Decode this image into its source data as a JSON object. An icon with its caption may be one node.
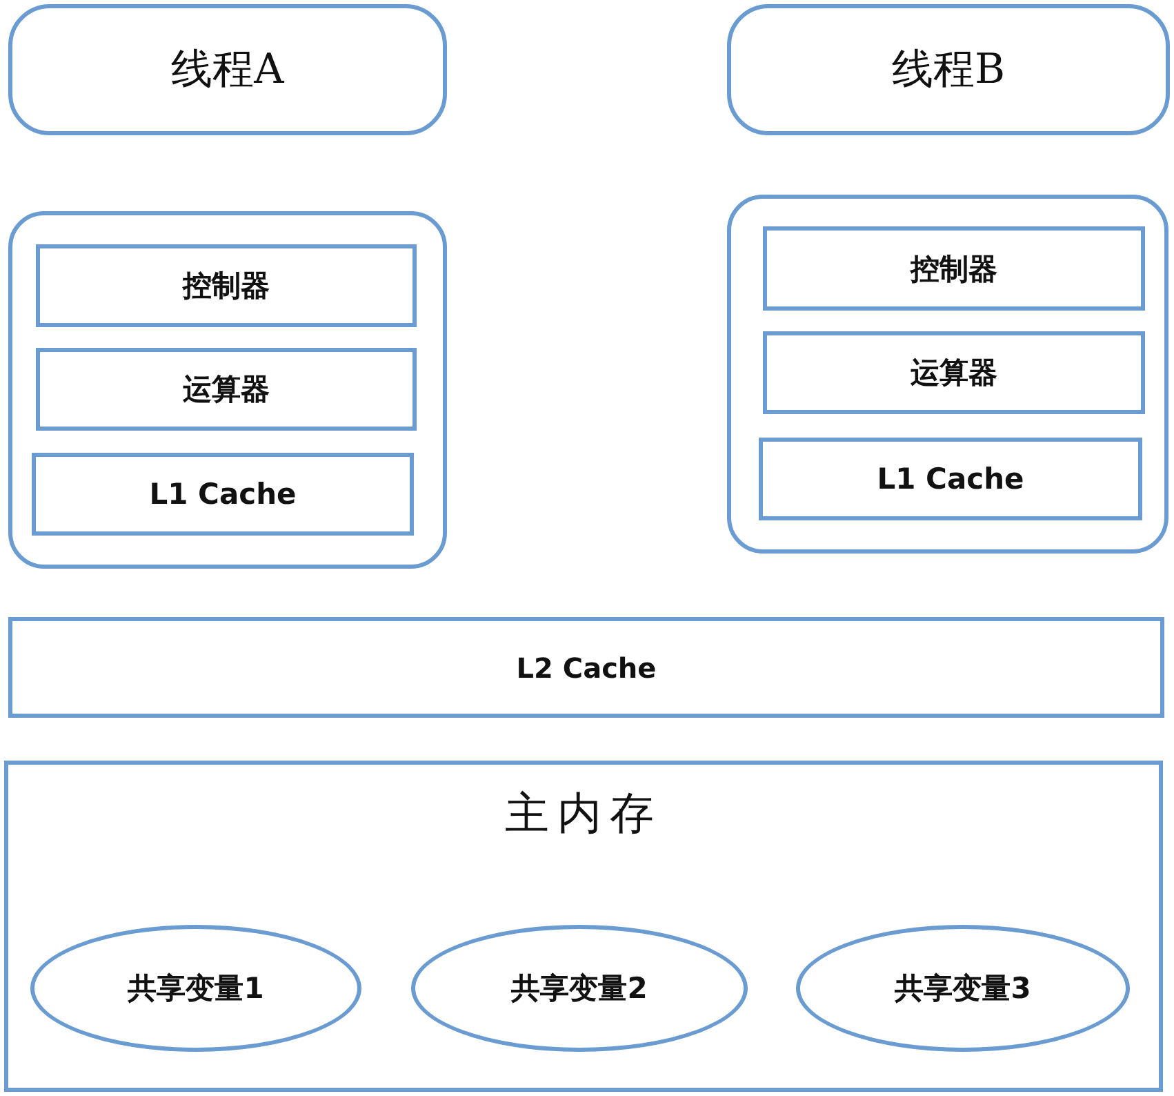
{
  "diagram": {
    "nodes": [
      {
        "text": [
          "线程A"
        ]
      },
      {
        "text": [
          "线程B"
        ]
      },
      {
        "text": [],
        "shape": "box"
      },
      {
        "text": [
          "控制器"
        ],
        "in": 2
      },
      {
        "text": [
          "运算器"
        ],
        "in": 2
      },
      {
        "text": [
          "L1 Cache"
        ],
        "in": 2
      },
      {
        "text": [],
        "shape": "box"
      },
      {
        "text": [
          "控制器"
        ],
        "in": 6
      },
      {
        "text": [
          "运算器"
        ],
        "in": 6
      },
      {
        "text": [
          "L1 Cache"
        ],
        "in": 6
      },
      {
        "text": [
          "L2 Cache"
        ]
      },
      {
        "text": [
          "主内存"
        ]
      },
      {
        "text": [
          "共享变量1"
        ],
        "in": 11
      },
      {
        "text": [
          "共享变量2"
        ],
        "in": 11
      },
      {
        "text": [
          "共享变量3"
        ],
        "in": 11
      }
    ]
  }
}
